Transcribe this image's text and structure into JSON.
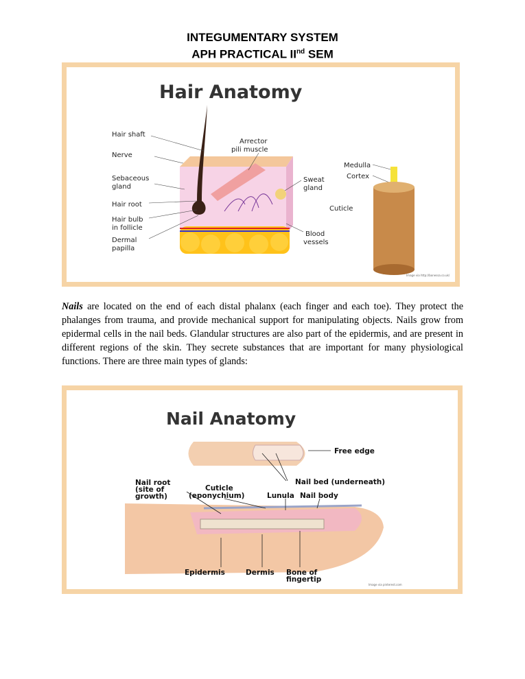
{
  "header": {
    "line1": "INTEGUMENTARY SYSTEM",
    "line2_prefix": "APH PRACTICAL II",
    "line2_sup": "nd",
    "line2_suffix": " SEM"
  },
  "figure1": {
    "title": "Hair Anatomy",
    "labels": {
      "hair_shaft": "Hair shaft",
      "nerve": "Nerve",
      "sebaceous1": "Sebaceous",
      "sebaceous2": "gland",
      "hair_root": "Hair root",
      "bulb1": "Hair bulb",
      "bulb2": "in follicle",
      "papilla1": "Dermal",
      "papilla2": "papilla",
      "arrector1": "Arrector",
      "arrector2": "pili muscle",
      "sweat1": "Sweat",
      "sweat2": "gland",
      "blood1": "Blood",
      "blood2": "vessels",
      "medulla": "Medulla",
      "cortex": "Cortex",
      "cuticle": "Cuticle"
    },
    "credit": "Image via http://bonessa.co.uk/"
  },
  "paragraph": {
    "lead": "Nails",
    "text": " are located on the end of each distal phalanx (each finger and each toe). They protect the phalanges from trauma, and provide mechanical support for manipulating objects. Nails grow from epidermal cells in the nail beds. Glandular structures are also part of the epidermis, and are present in different regions of the skin. They secrete substances that are important for many physiological functions. There are three main types of glands:"
  },
  "figure2": {
    "title": "Nail Anatomy",
    "labels": {
      "free_edge": "Free edge",
      "nail_bed": "Nail bed (underneath)",
      "root1": "Nail root",
      "root2": "(site of",
      "root3": "growth)",
      "cuticle1": "Cuticle",
      "cuticle2": "(eponychium)",
      "lunula": "Lunula",
      "nail_body": "Nail body",
      "epidermis": "Epidermis",
      "dermis": "Dermis",
      "bone1": "Bone of",
      "bone2": "fingertip"
    },
    "credit": "Image via pinterest.com"
  },
  "colors": {
    "frame": "#f6d4a6"
  }
}
